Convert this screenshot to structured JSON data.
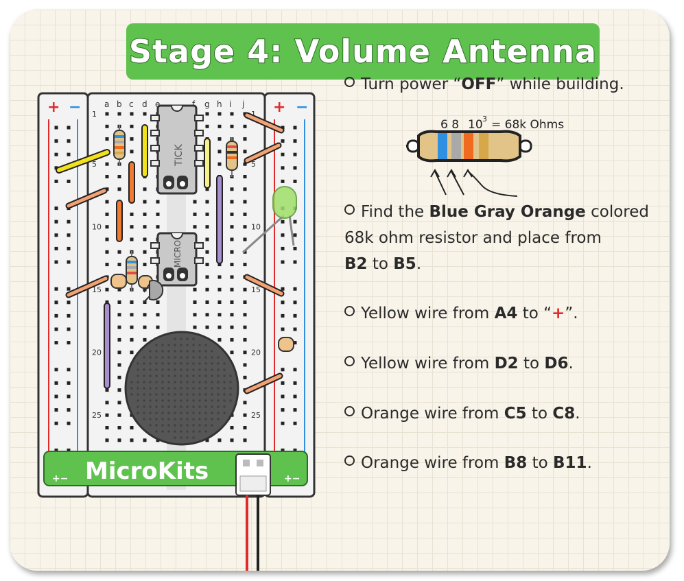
{
  "title": "Stage 4: Volume Antenna",
  "steps": {
    "power": {
      "pre": "Turn power “",
      "bold": "OFF",
      "post": "” while building."
    },
    "find": {
      "line1_pre": "Find the ",
      "line1_bold": "Blue Gray Orange",
      "line1_post": " colored",
      "line2": "68k ohm resistor and place from",
      "from": "B2",
      "mid": " to ",
      "to": "B5",
      "end": "."
    },
    "yellow1": {
      "pre": "Yellow wire from ",
      "from": "A4",
      "mid": " to “",
      "to": "+",
      "post": "”."
    },
    "yellow2": {
      "pre": "Yellow wire from ",
      "from": "D2",
      "mid": " to ",
      "to": "D6",
      "post": "."
    },
    "orange1": {
      "pre": "Orange wire from ",
      "from": "C5",
      "mid": " to ",
      "to": "C8",
      "post": "."
    },
    "orange2": {
      "pre": "Orange wire from ",
      "from": "B8",
      "mid": " to ",
      "to": "B11",
      "post": "."
    }
  },
  "resistor_label": {
    "digits": "6  8",
    "exp_base": "10",
    "exp": "3",
    "equals": "= 68k Ohms"
  },
  "resistor_bands": [
    "#2f8fe0",
    "#a9a9a9",
    "#f06a1f",
    "#d6a84a"
  ],
  "breadboard": {
    "rail_plus": "+",
    "rail_minus": "−",
    "columns_left": [
      "a",
      "b",
      "c",
      "d",
      "e"
    ],
    "columns_right": [
      "f",
      "g",
      "h",
      "i",
      "j"
    ],
    "row_numbers": [
      "1",
      "5",
      "10",
      "15",
      "20",
      "25"
    ],
    "chip1_label": "TICK",
    "chip2_label": "MICRO",
    "brand": "MicroKits",
    "footer_rail": "+−"
  },
  "colors": {
    "title_green": "#5fc14e",
    "wire_yellow": "#f2e21b",
    "wire_orange": "#f07a32",
    "wire_purple": "#a88fd0",
    "led_green": "#9fe06a",
    "plus_red": "#e02b2b",
    "minus_blue": "#2f8fe0"
  }
}
